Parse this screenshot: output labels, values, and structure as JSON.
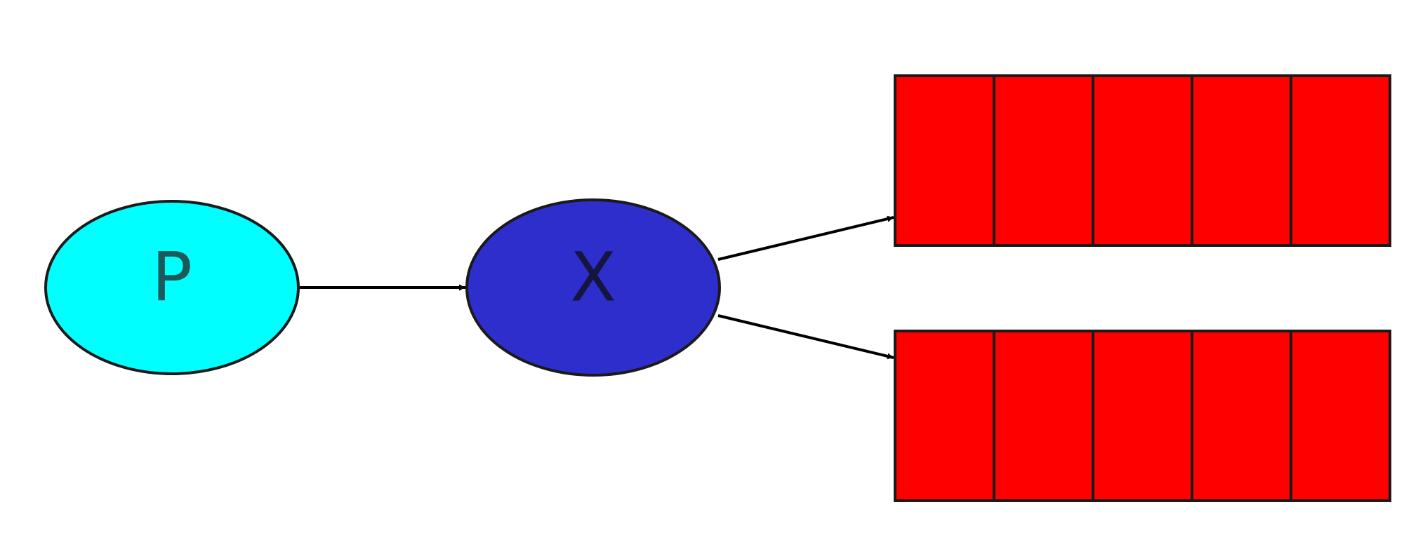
{
  "nodes": {
    "producer": {
      "label": "P",
      "fill": "#00FFFF",
      "text_color": "#1a5a5a"
    },
    "exchange": {
      "label": "X",
      "fill": "#2E2ECC",
      "text_color": "#151540"
    }
  },
  "queues": [
    {
      "slots": 5,
      "fill": "#FF0000"
    },
    {
      "slots": 5,
      "fill": "#FF0000"
    }
  ],
  "colors": {
    "stroke": "#1a1a1a",
    "background": "#ffffff"
  }
}
